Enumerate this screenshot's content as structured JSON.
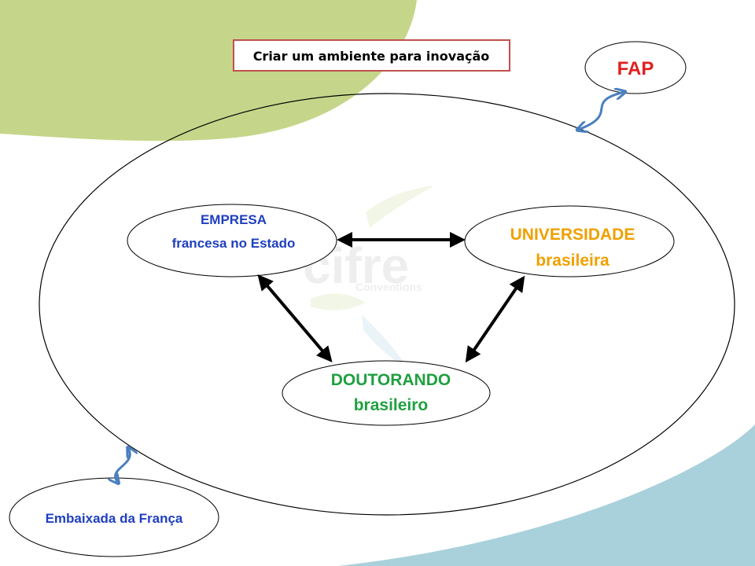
{
  "slide": {
    "title_box": "Criar um ambiente para inovação",
    "watermark": "cifre Conventions"
  },
  "nodes": {
    "empresa": {
      "line1": "EMPRESA",
      "line2": "francesa no Estado",
      "color": "#1F3FBF"
    },
    "universidade": {
      "line1": "UNIVERSIDADE",
      "line2": "brasileira",
      "color": "#F0A000"
    },
    "doutorando": {
      "line1": "DOUTORANDO",
      "line2": "brasileiro",
      "color": "#1FA040"
    },
    "fap": {
      "label": "FAP",
      "color": "#E02020"
    },
    "embaixada": {
      "label": "Embaixada da França",
      "color": "#1F3FBF"
    }
  },
  "colors": {
    "green_corner": "#C5D68A",
    "teal_corner": "#A9D1DB",
    "blue_link": "#4A7FC0",
    "title_border": "#C0504D"
  }
}
